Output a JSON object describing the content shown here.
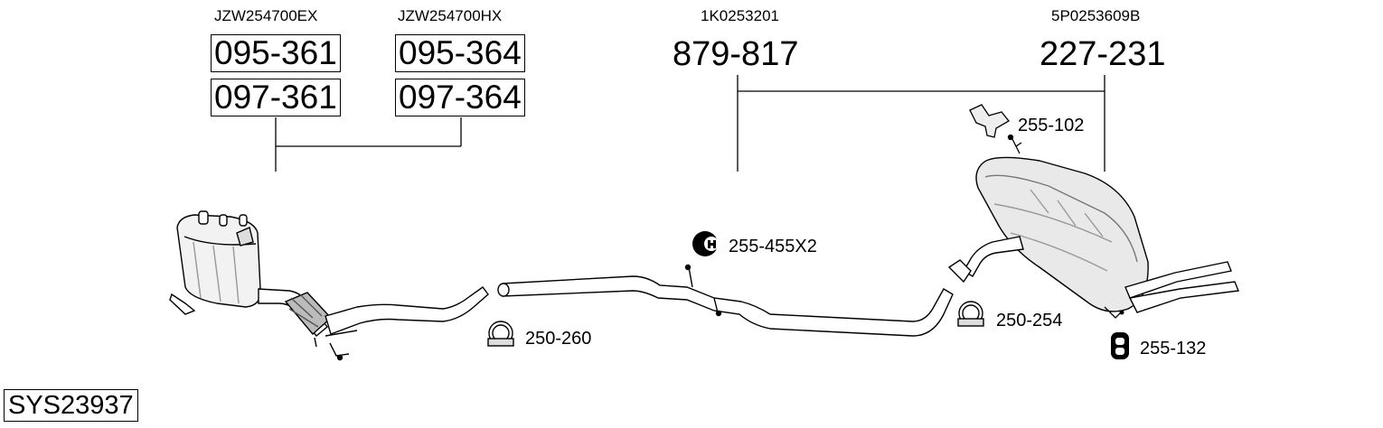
{
  "refs": {
    "dpf_1": "JZW254700EX",
    "dpf_2": "JZW254700HX",
    "middle": "1K0253201",
    "rear": "5P0253609B"
  },
  "parts": {
    "dpf_1_a": "095-361",
    "dpf_2_a": "095-364",
    "dpf_1_b": "097-361",
    "dpf_2_b": "097-364",
    "middle_pipe": "879-817",
    "rear_silencer": "227-231"
  },
  "accessories": {
    "bracket_rear": "255-102",
    "rubber_middle": "255-455X2",
    "clamp_front": "250-260",
    "clamp_rear": "250-254",
    "rubber_rear": "255-132"
  },
  "system_id": "SYS23937"
}
